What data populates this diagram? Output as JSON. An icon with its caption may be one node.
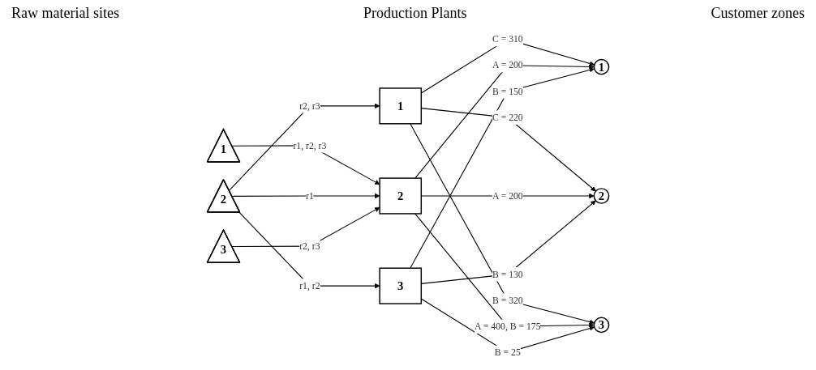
{
  "diagram": {
    "nodes": [
      {
        "text": [
          "1"
        ]
      },
      {
        "text": [
          "2"
        ]
      },
      {
        "text": [
          "3"
        ]
      },
      {
        "text": [
          "1"
        ]
      },
      {
        "text": [
          "2"
        ]
      },
      {
        "text": [
          "3"
        ]
      },
      {
        "text": [
          "1"
        ]
      },
      {
        "text": [
          "2"
        ]
      },
      {
        "text": [
          "3"
        ]
      }
    ],
    "edges": [
      {
        "from": 0,
        "to": 4,
        "arrow": "to",
        "label": "r1, r2, r3"
      },
      {
        "from": 1,
        "to": 3,
        "arrow": "to",
        "label": "r2, r3"
      },
      {
        "from": 1,
        "to": 4,
        "arrow": "to",
        "label": "r1"
      },
      {
        "from": 1,
        "to": 5,
        "arrow": "to",
        "label": "r1, r2"
      },
      {
        "from": 2,
        "to": 4,
        "arrow": "to",
        "label": "r2, r3"
      },
      {
        "from": 3,
        "to": 6,
        "arrow": "to",
        "label": "C = 310"
      },
      {
        "from": 3,
        "to": 7,
        "arrow": "to",
        "label": "C = 220"
      },
      {
        "from": 3,
        "to": 8,
        "arrow": "to",
        "label": "B = 320"
      },
      {
        "from": 4,
        "to": 6,
        "arrow": "to",
        "label": "A = 200"
      },
      {
        "from": 4,
        "to": 7,
        "arrow": "to",
        "label": "A = 200"
      },
      {
        "from": 4,
        "to": 8,
        "arrow": "to",
        "label": "A = 400, B = 175"
      },
      {
        "from": 5,
        "to": 6,
        "arrow": "to",
        "label": "B = 150"
      },
      {
        "from": 5,
        "to": 7,
        "arrow": "to",
        "label": "B = 130"
      },
      {
        "from": 5,
        "to": 8,
        "arrow": "to",
        "label": "B = 25"
      }
    ],
    "labels": [
      "Raw material sites",
      "Production Plants",
      "Customer zones"
    ]
  }
}
